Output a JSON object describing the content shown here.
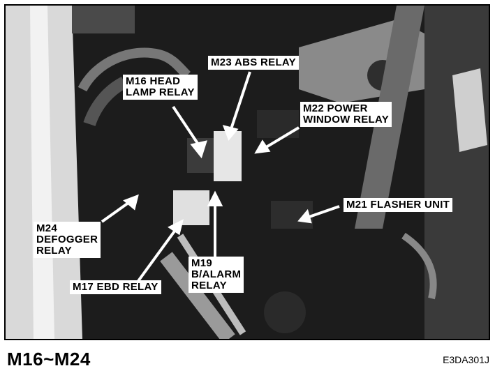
{
  "labels": {
    "m16": "M16 HEAD\nLAMP RELAY",
    "m23": "M23 ABS RELAY",
    "m22": "M22 POWER\nWINDOW RELAY",
    "m21": "M21 FLASHER UNIT",
    "m24": "M24\nDEFOGGER\nRELAY",
    "m17": "M17 EBD RELAY",
    "m19": "M19\nB/ALARM\nRELAY"
  },
  "caption": "M16~M24",
  "figure_code": "E3DA301J"
}
